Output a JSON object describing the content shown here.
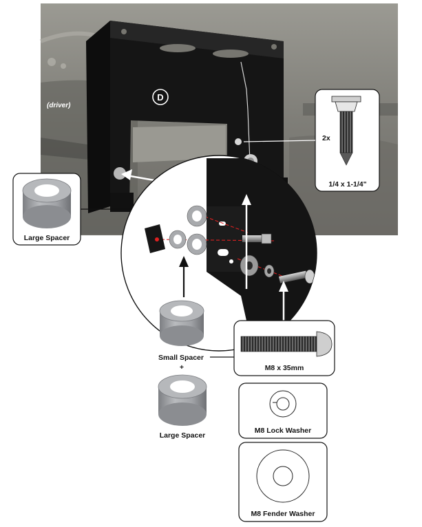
{
  "labels": {
    "location_marker": "D",
    "driver_side": "(driver)",
    "screw_quantity": "2x",
    "screw_size": "1/4 x 1-1/4\"",
    "large_spacer_top": "Large Spacer",
    "small_spacer": "Small Spacer",
    "plus_sign": "+",
    "large_spacer_bottom": "Large Spacer",
    "bolt": "M8 x 35mm",
    "lock_washer": "M8 Lock Washer",
    "fender_washer": "M8 Fender Washer"
  },
  "colors": {
    "photo_background": "#8a8a84",
    "bracket": "#141414",
    "spacer": "#9a9ca0",
    "arrow": "#ffffff",
    "guide_line": "#e02020"
  }
}
